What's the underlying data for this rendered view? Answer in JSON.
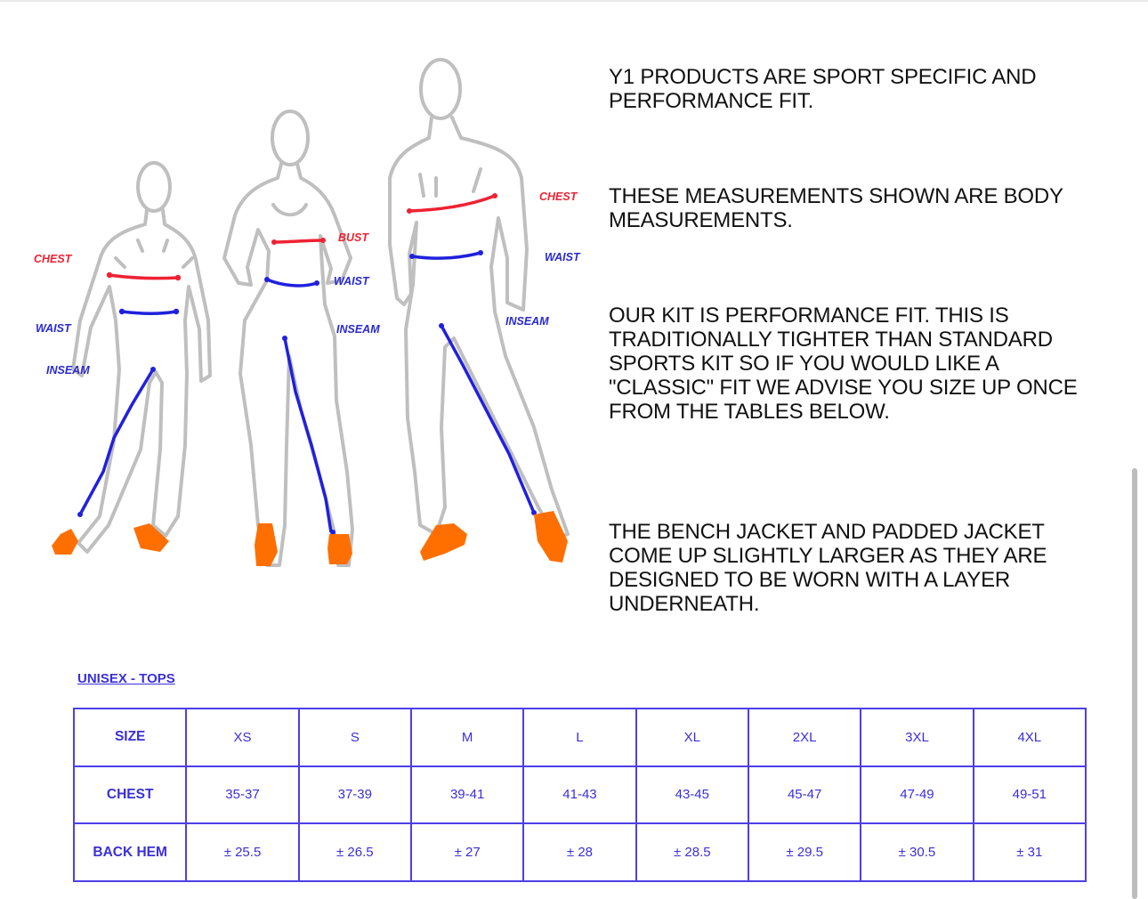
{
  "figures": {
    "male_left": {
      "chest": "CHEST",
      "waist": "WAIST",
      "inseam": "INSEAM"
    },
    "female": {
      "bust": "BUST",
      "waist": "WAIST",
      "inseam": "INSEAM"
    },
    "male_right": {
      "chest": "CHEST",
      "waist": "WAIST",
      "inseam": "INSEAM"
    },
    "colors": {
      "outline": "#bfbfbf",
      "chest_line": "#ee2233",
      "waist_line": "#2020dd",
      "shoe": "#ff6f00",
      "label_red": "#ee2233",
      "label_blue": "#2a2ad0"
    }
  },
  "info": {
    "paragraph_1": "Y1 PRODUCTS ARE SPORT SPECIFIC AND PERFORMANCE FIT.",
    "paragraph_2": "THESE MEASUREMENTS SHOWN ARE BODY MEASUREMENTS.",
    "paragraph_3": "OUR KIT IS PERFORMANCE FIT. THIS IS TRADITIONALLY TIGHTER THAN STANDARD SPORTS KIT SO IF YOU WOULD LIKE A  \"CLASSIC\" FIT WE ADVISE YOU SIZE UP ONCE FROM THE TABLES BELOW.",
    "paragraph_4": "THE BENCH JACKET AND PADDED JACKET COME UP SLIGHTLY LARGER AS THEY ARE DESIGNED TO BE WORN WITH A LAYER UNDERNEATH."
  },
  "size_table": {
    "title": "UNISEX - TOPS",
    "rows": [
      {
        "label": "SIZE",
        "cells": [
          "XS",
          "S",
          "M",
          "L",
          "XL",
          "2XL",
          "3XL",
          "4XL"
        ]
      },
      {
        "label": "CHEST",
        "cells": [
          "35-37",
          "37-39",
          "39-41",
          "41-43",
          "43-45",
          "45-47",
          "47-49",
          "49-51"
        ]
      },
      {
        "label": "BACK HEM",
        "cells": [
          "± 25.5",
          "± 26.5",
          "± 27",
          "± 28",
          "± 28.5",
          "± 29.5",
          "± 30.5",
          "± 31"
        ]
      }
    ],
    "colors": {
      "border": "#4d3fe8",
      "text": "#3a2fd9"
    }
  }
}
